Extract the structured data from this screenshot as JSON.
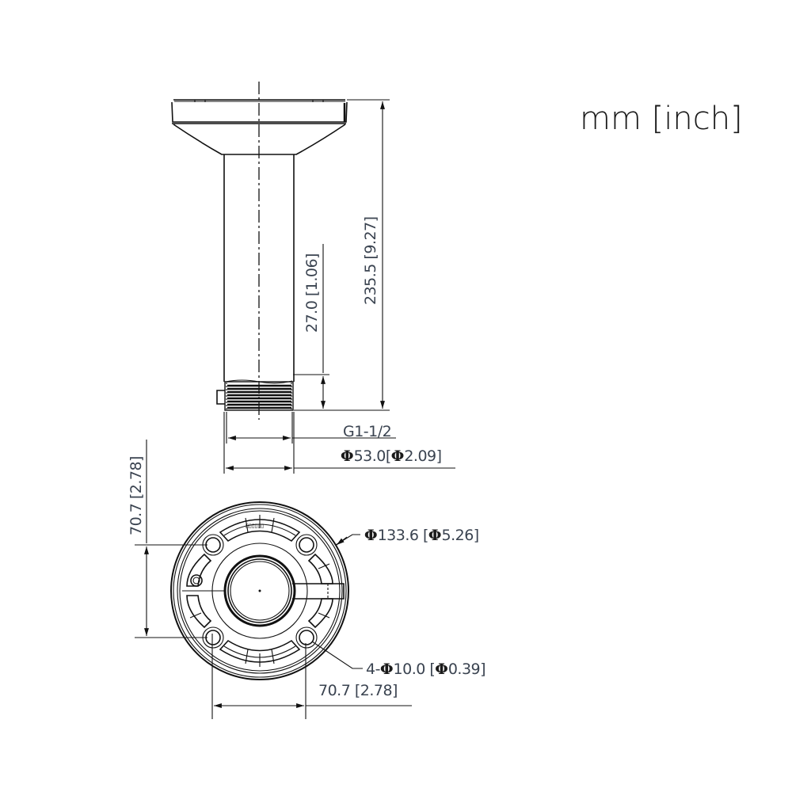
{
  "units_label": "mm [inch]",
  "colors": {
    "line": "#111111",
    "dimension_text": "#3a4350",
    "background": "#ffffff"
  },
  "side_view": {
    "dimensions": {
      "total_height": "235.5 [9.27]",
      "thread_height": "27.0 [1.06]",
      "thread_spec": "G1-1/2",
      "pipe_diameter_symbol": "Φ",
      "pipe_diameter_value": "53.0[",
      "pipe_diameter_inch_symbol": "Φ",
      "pipe_diameter_inch_value": "2.09]"
    }
  },
  "bottom_view": {
    "dimensions": {
      "outer_diameter_symbol": "Φ",
      "outer_diameter_value": "133.6  [",
      "outer_diameter_inch_symbol": "Φ",
      "outer_diameter_inch_value": "5.26]",
      "hole_prefix": "4-",
      "hole_symbol": "Φ",
      "hole_value": "10.0  [",
      "hole_inch_symbol": "Φ",
      "hole_inch_value": "0.39]",
      "hole_spacing_horizontal": "70.7 [2.78]",
      "hole_spacing_vertical": "70.7 [2.78]"
    }
  }
}
